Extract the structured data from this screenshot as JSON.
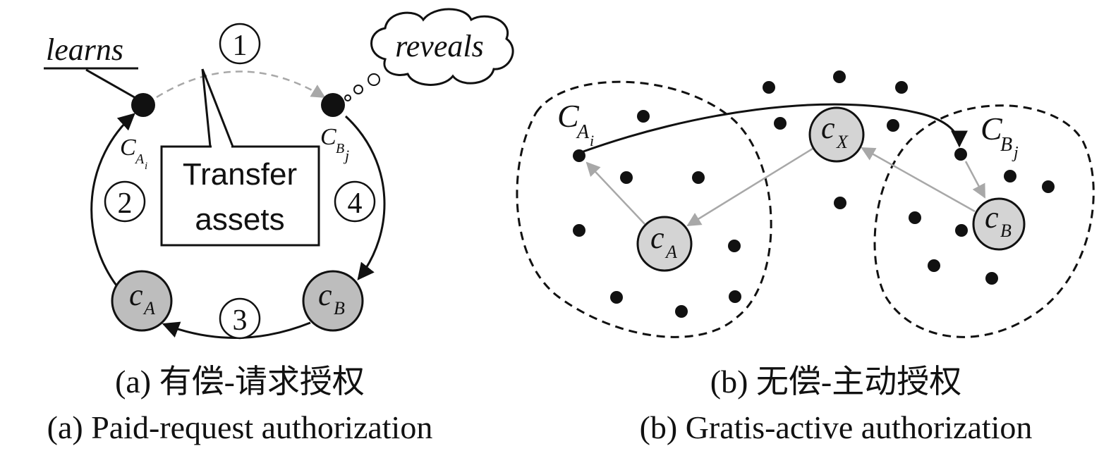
{
  "panel_a": {
    "step_labels": [
      "1",
      "2",
      "3",
      "4"
    ],
    "learns_label": "learns",
    "reveals_label": "reveals",
    "node_ca_i": {
      "main": "C",
      "sub": "A",
      "subsub": "i"
    },
    "node_cb_j": {
      "main": "C",
      "sub": "B",
      "subsub": "j"
    },
    "node_ca": {
      "main": "c",
      "sub": "A"
    },
    "node_cb": {
      "main": "c",
      "sub": "B"
    },
    "transfer_box_line1": "Transfer",
    "transfer_box_line2": "assets",
    "caption_cn": "(a) 有偿-请求授权",
    "caption_en": "(a) Paid-request authorization"
  },
  "panel_b": {
    "cluster_a": {
      "main": "C",
      "sub": "A",
      "subsub": "i"
    },
    "cluster_b": {
      "main": "C",
      "sub": "B",
      "subsub": "j"
    },
    "node_ca": {
      "main": "c",
      "sub": "A"
    },
    "node_cb": {
      "main": "c",
      "sub": "B"
    },
    "node_cx": {
      "main": "c",
      "sub": "X"
    },
    "caption_cn": "(b) 无偿-主动授权",
    "caption_en": "(b) Gratis-active authorization"
  },
  "colors": {
    "ink": "#111111",
    "node_fill_a": "#bdbdbd",
    "node_fill_b": "#d4d4d4",
    "gray_arrow": "#a8a8a8"
  }
}
